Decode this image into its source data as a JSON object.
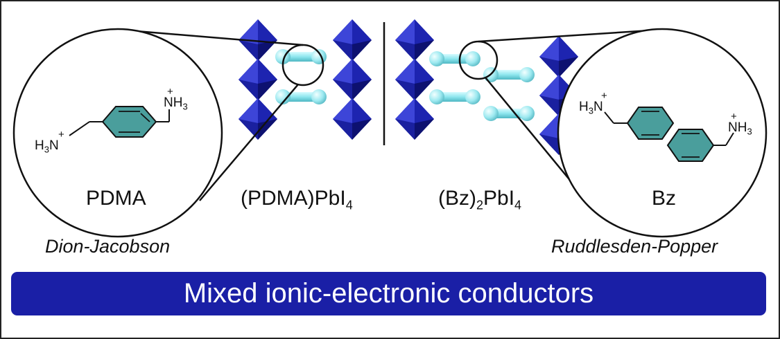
{
  "labels": {
    "left_circle": "PDMA",
    "right_circle": "Bz",
    "dj_type": "Dion-Jacobson",
    "rp_type": "Ruddlesden-Popper",
    "left_formula": {
      "pre": "(PDMA)PbI",
      "sub": "4"
    },
    "right_formula": {
      "pre": "(Bz)",
      "sub1": "2",
      "mid": "PbI",
      "sub2": "4"
    }
  },
  "molecules": {
    "pdma_top_group": {
      "main": "NH",
      "sub": "3",
      "charge": "+"
    },
    "pdma_bottom_group": {
      "main": "H",
      "sub": "3",
      "tail": "N",
      "charge": "+"
    },
    "bz_left_group": {
      "main": "H",
      "sub": "3",
      "tail": "N",
      "charge": "+"
    },
    "bz_right_group": {
      "main": "NH",
      "sub": "3",
      "charge": "+"
    }
  },
  "banner": {
    "text": "Mixed ionic-electronic conductors"
  },
  "colors": {
    "octahedron": "#1c22b8",
    "octahedron_dark": "#0d1170",
    "spacer": "#8ee6ee",
    "ring": "#4a9e9c",
    "banner": "#1a1fa6"
  }
}
